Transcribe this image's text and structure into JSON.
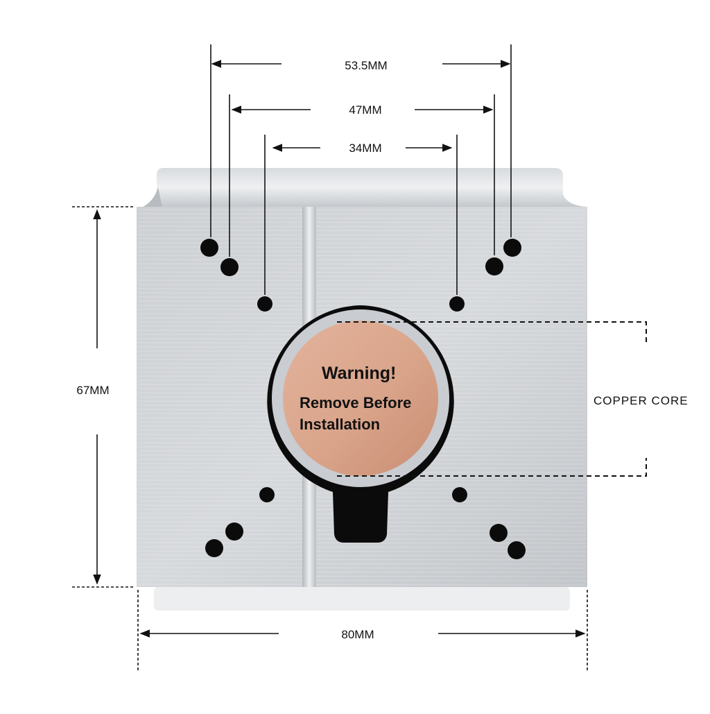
{
  "dimensions": {
    "outer_hole_spacing": "53.5MM",
    "middle_hole_spacing": "47MM",
    "inner_hole_spacing": "34MM",
    "height": "67MM",
    "width": "80MM"
  },
  "warning": {
    "title": "Warning!",
    "line1": "Remove Before",
    "line2": "Installation"
  },
  "callout": {
    "label": "COPPER  CORE"
  },
  "colors": {
    "aluminum": "#c9ccd0",
    "aluminum_light": "#e2e4e6",
    "copper": "#d9a48a",
    "hole": "#0b0b0b",
    "line": "#111111"
  }
}
